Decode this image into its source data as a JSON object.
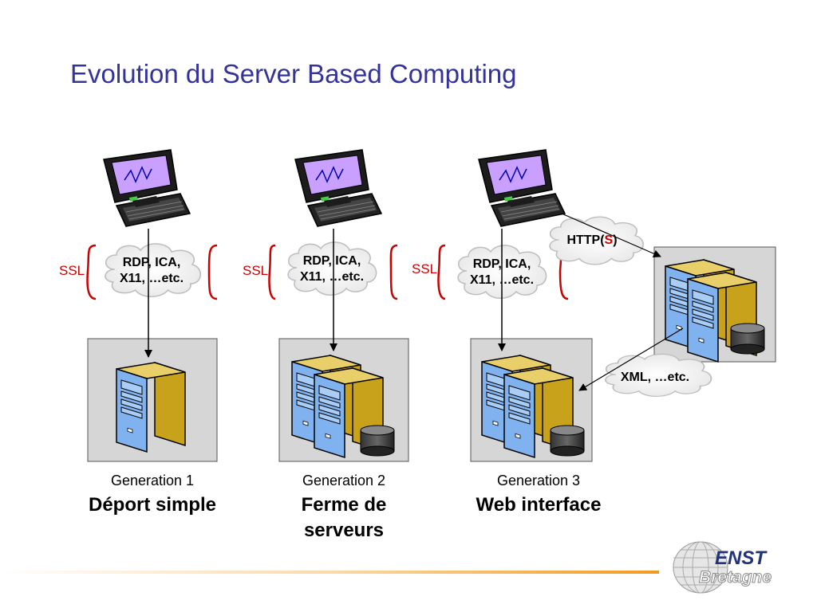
{
  "slide": {
    "title": "Evolution du Server Based Computing"
  },
  "protocol_label": {
    "line1": "RDP, ICA,",
    "line2": "X11, …etc."
  },
  "ssl_label": "SSL",
  "http_label": {
    "prefix": "HTTP(",
    "secure": "S",
    "suffix": ")"
  },
  "xml_label": "XML, …etc.",
  "generations": [
    {
      "number_label": "Generation 1",
      "name_line1": "Déport simple",
      "name_line2": ""
    },
    {
      "number_label": "Generation 2",
      "name_line1": "Ferme de",
      "name_line2": "serveurs"
    },
    {
      "number_label": "Generation 3",
      "name_line1": "Web interface",
      "name_line2": ""
    }
  ],
  "logo": {
    "line1": "ENST",
    "line2": "Bretagne"
  },
  "colors": {
    "title": "#33339a",
    "ssl": "#cc0000",
    "bracket": "#cc0000",
    "server_box": "#d6d6d6",
    "server_blue": "#7fb2ef",
    "server_gold": "#c9a21b",
    "monitor_screen": "#c9a0ff",
    "footer_line": "#f29a1e"
  }
}
